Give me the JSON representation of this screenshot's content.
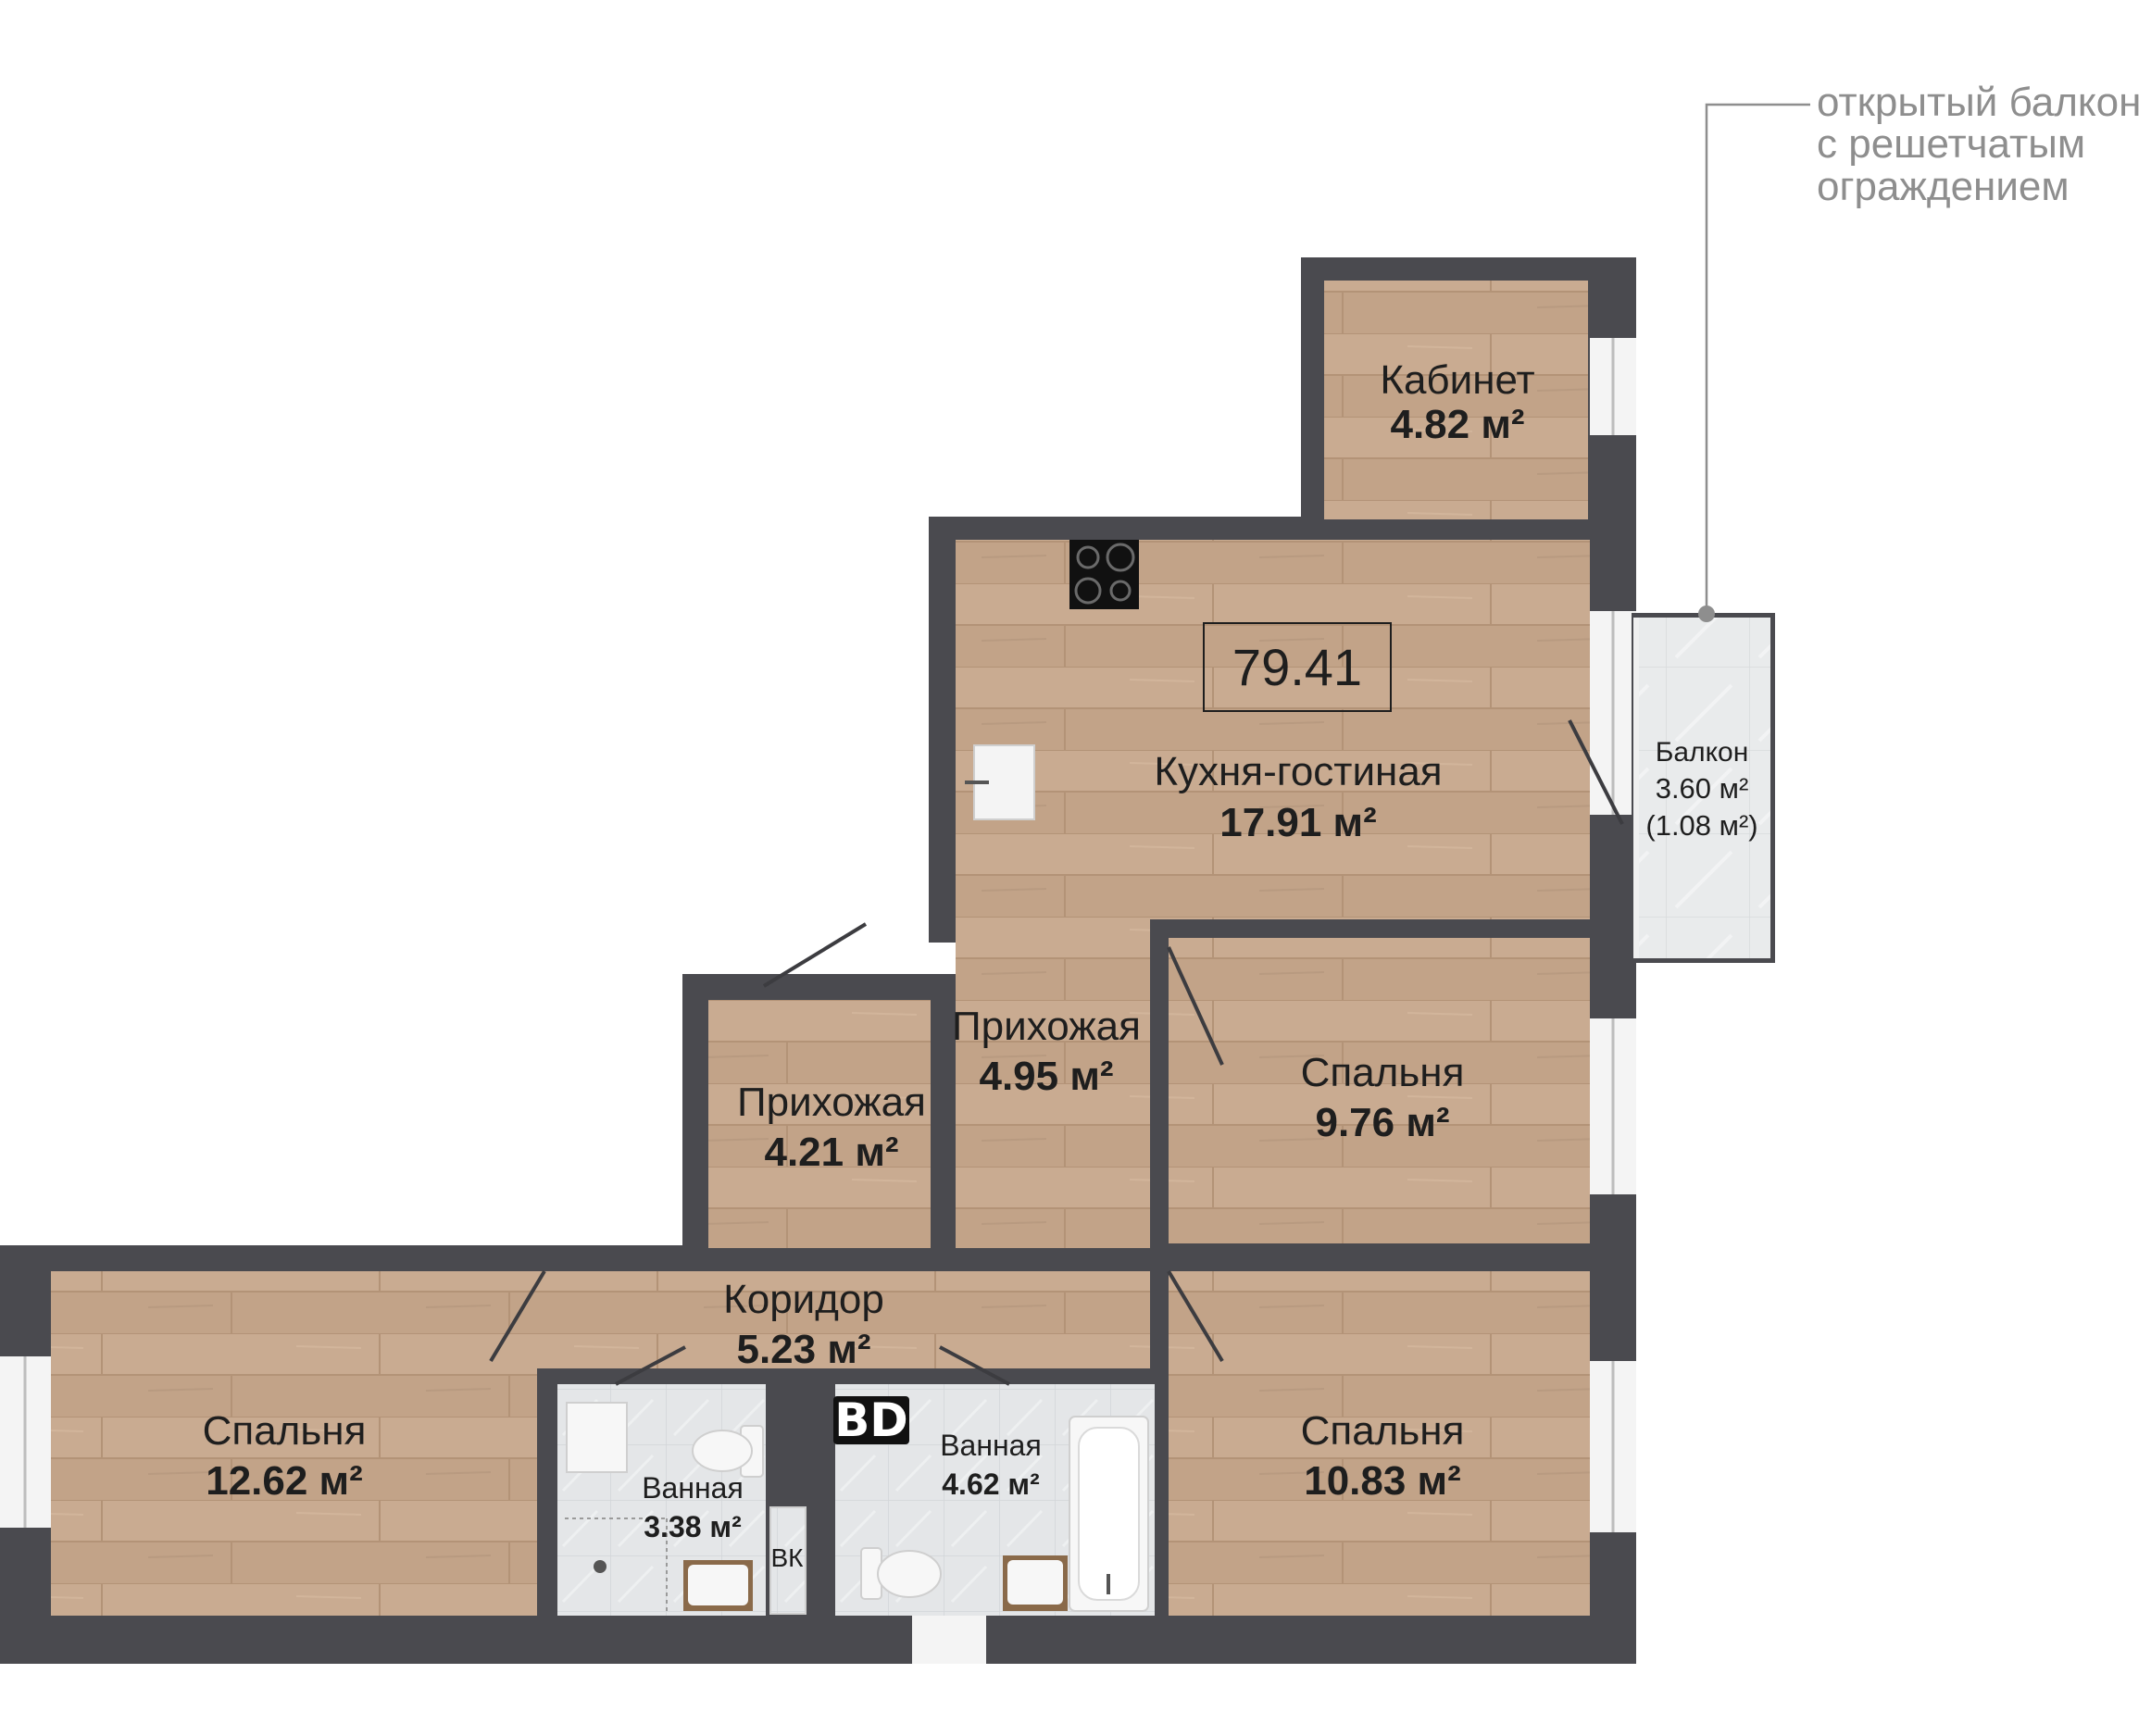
{
  "total_area": "79.41",
  "balcony_note": [
    "открытый балкон",
    "с решетчатым",
    "ограждением"
  ],
  "rooms": [
    {
      "name": "Кабинет",
      "area": "4.82 м²"
    },
    {
      "name": "Кухня-гостиная",
      "area": "17.91 м²"
    },
    {
      "name": "Балкон",
      "area": "3.60 м²",
      "extra": "(1.08 м²)"
    },
    {
      "name": "Прихожая",
      "area": "4.95 м²"
    },
    {
      "name": "Прихожая",
      "area": "4.21 м²"
    },
    {
      "name": "Спальня",
      "area": "9.76 м²"
    },
    {
      "name": "Коридор",
      "area": "5.23 м²"
    },
    {
      "name": "Спальня",
      "area": "12.62 м²"
    },
    {
      "name": "Спальня",
      "area": "10.83 м²"
    },
    {
      "name": "Ванная",
      "area": "3.38 м²"
    },
    {
      "name": "Ванная",
      "area": "4.62 м²"
    }
  ],
  "vk_label": "ВК",
  "logo_text": "BD",
  "colors": {
    "wall": "#4a4a4f",
    "floor": "#c6a88e",
    "plank_line": "#b39377",
    "tile": "#e4e6e8",
    "note_text": "#8e8e8e"
  }
}
